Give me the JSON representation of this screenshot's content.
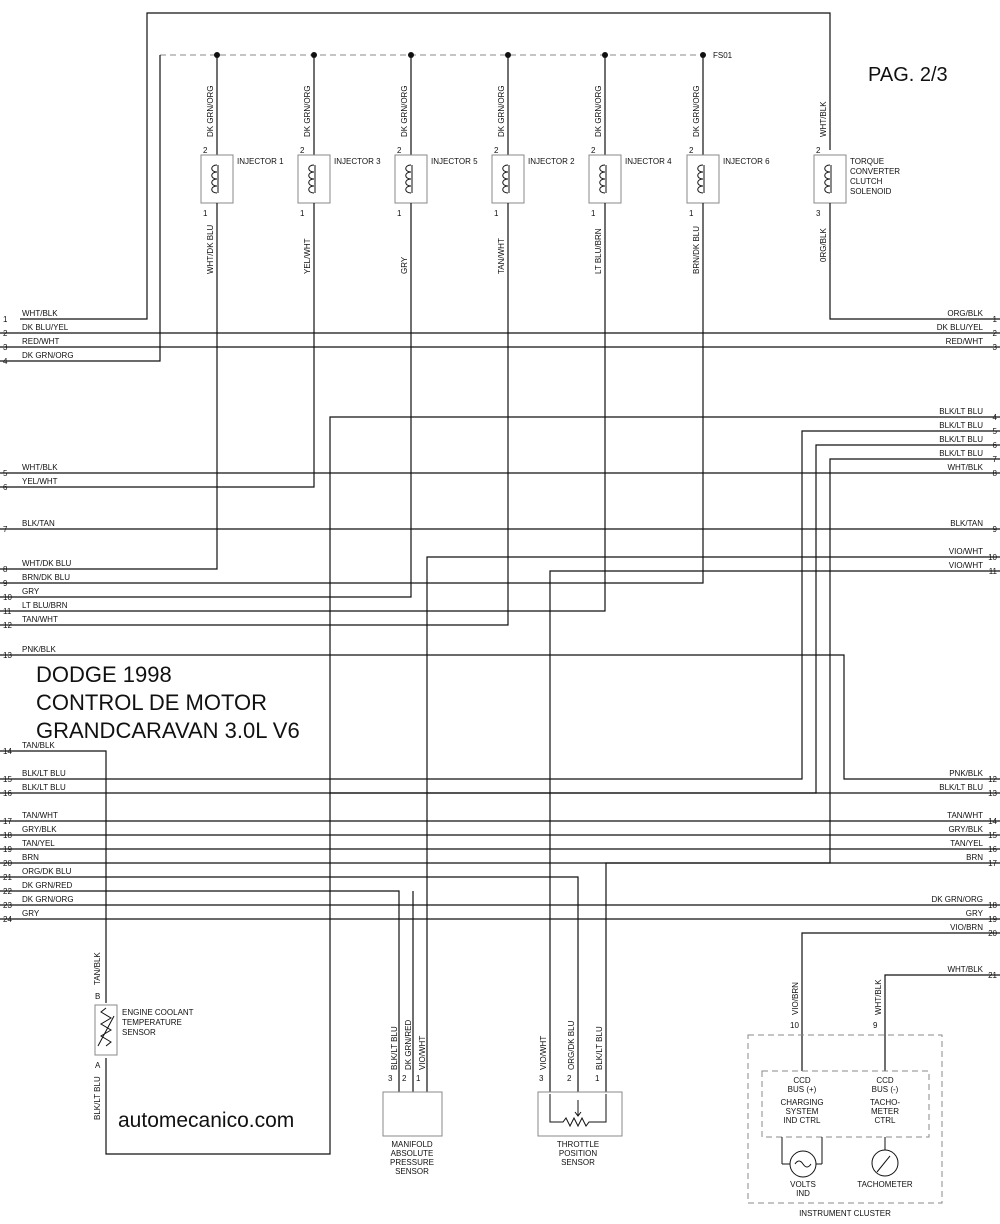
{
  "page_label": "PAG. 2/3",
  "title_lines": [
    "DODGE 1998",
    "CONTROL DE MOTOR",
    "GRANDCARAVAN 3.0L V6"
  ],
  "website": "automecanico.com",
  "splice": "FS01",
  "injectors": [
    {
      "name": "INJECTOR 1",
      "top_wire": "DK GRN/ORG",
      "bottom_wire": "WHT/DK BLU",
      "top_pin": "2",
      "bottom_pin": "1"
    },
    {
      "name": "INJECTOR 3",
      "top_wire": "DK GRN/ORG",
      "bottom_wire": "YEL/WHT",
      "top_pin": "2",
      "bottom_pin": "1"
    },
    {
      "name": "INJECTOR 5",
      "top_wire": "DK GRN/ORG",
      "bottom_wire": "GRY",
      "top_pin": "2",
      "bottom_pin": "1"
    },
    {
      "name": "INJECTOR 2",
      "top_wire": "DK GRN/ORG",
      "bottom_wire": "TAN/WHT",
      "top_pin": "2",
      "bottom_pin": "1"
    },
    {
      "name": "INJECTOR 4",
      "top_wire": "DK GRN/ORG",
      "bottom_wire": "LT BLU/BRN",
      "top_pin": "2",
      "bottom_pin": "1"
    },
    {
      "name": "INJECTOR 6",
      "top_wire": "DK GRN/ORG",
      "bottom_wire": "BRN/DK BLU",
      "top_pin": "2",
      "bottom_pin": "1"
    }
  ],
  "tcc": {
    "lines": [
      "TORQUE",
      "CONVERTER",
      "CLUTCH",
      "SOLENOID"
    ],
    "top_wire": "WHT/BLK",
    "bottom_wire": "0RG/BLK",
    "top_pin": "2",
    "bottom_pin": "3"
  },
  "left_connector": [
    {
      "pin": "1",
      "wire": "WHT/BLK"
    },
    {
      "pin": "2",
      "wire": "DK BLU/YEL"
    },
    {
      "pin": "3",
      "wire": "RED/WHT"
    },
    {
      "pin": "4",
      "wire": "DK GRN/ORG"
    },
    {
      "pin": "5",
      "wire": "WHT/BLK"
    },
    {
      "pin": "6",
      "wire": "YEL/WHT"
    },
    {
      "pin": "7",
      "wire": "BLK/TAN"
    },
    {
      "pin": "8",
      "wire": "WHT/DK BLU"
    },
    {
      "pin": "9",
      "wire": "BRN/DK BLU"
    },
    {
      "pin": "10",
      "wire": "GRY"
    },
    {
      "pin": "11",
      "wire": "LT BLU/BRN"
    },
    {
      "pin": "12",
      "wire": "TAN/WHT"
    },
    {
      "pin": "13",
      "wire": "PNK/BLK"
    },
    {
      "pin": "14",
      "wire": "TAN/BLK"
    },
    {
      "pin": "15",
      "wire": "BLK/LT BLU"
    },
    {
      "pin": "16",
      "wire": "BLK/LT BLU"
    },
    {
      "pin": "17",
      "wire": "TAN/WHT"
    },
    {
      "pin": "18",
      "wire": "GRY/BLK"
    },
    {
      "pin": "19",
      "wire": "TAN/YEL"
    },
    {
      "pin": "20",
      "wire": "BRN"
    },
    {
      "pin": "21",
      "wire": "ORG/DK BLU"
    },
    {
      "pin": "22",
      "wire": "DK GRN/RED"
    },
    {
      "pin": "23",
      "wire": "DK GRN/ORG"
    },
    {
      "pin": "24",
      "wire": "GRY"
    }
  ],
  "right_connector": [
    {
      "pin": "1",
      "wire": "ORG/BLK"
    },
    {
      "pin": "2",
      "wire": "DK BLU/YEL"
    },
    {
      "pin": "3",
      "wire": "RED/WHT"
    },
    {
      "pin": "4",
      "wire": "BLK/LT BLU"
    },
    {
      "pin": "5",
      "wire": "BLK/LT BLU"
    },
    {
      "pin": "6",
      "wire": "BLK/LT BLU"
    },
    {
      "pin": "7",
      "wire": "BLK/LT BLU"
    },
    {
      "pin": "8",
      "wire": "WHT/BLK"
    },
    {
      "pin": "9",
      "wire": "BLK/TAN"
    },
    {
      "pin": "10",
      "wire": "VIO/WHT"
    },
    {
      "pin": "11",
      "wire": "VIO/WHT"
    },
    {
      "pin": "12",
      "wire": "PNK/BLK"
    },
    {
      "pin": "13",
      "wire": "BLK/LT BLU"
    },
    {
      "pin": "14",
      "wire": "TAN/WHT"
    },
    {
      "pin": "15",
      "wire": "GRY/BLK"
    },
    {
      "pin": "16",
      "wire": "TAN/YEL"
    },
    {
      "pin": "17",
      "wire": "BRN"
    },
    {
      "pin": "18",
      "wire": "DK GRN/ORG"
    },
    {
      "pin": "19",
      "wire": "GRY"
    },
    {
      "pin": "20",
      "wire": "VIO/BRN"
    },
    {
      "pin": "21",
      "wire": "WHT/BLK"
    }
  ],
  "ect": {
    "lines": [
      "ENGINE COOLANT",
      "TEMPERATURE",
      "SENSOR"
    ],
    "top_wire": "TAN/BLK",
    "bottom_wire": "BLK/LT BLU",
    "top_pin": "B",
    "bottom_pin": "A"
  },
  "map": {
    "lines": [
      "MANIFOLD",
      "ABSOLUTE",
      "PRESSURE",
      "SENSOR"
    ],
    "wires": [
      "BLK/LT BLU",
      "DK GRN/RED",
      "VIO/WHT"
    ],
    "pins": [
      "3",
      "2",
      "1"
    ]
  },
  "tps": {
    "lines": [
      "THROTTLE",
      "POSITION",
      "SENSOR"
    ],
    "wires": [
      "VIO/WHT",
      "ORG/DK BLU",
      "BLK/LT BLU"
    ],
    "pins": [
      "3",
      "2",
      "1"
    ]
  },
  "cluster": {
    "label": "INSTRUMENT CLUSTER",
    "wires": [
      "VIO/BRN",
      "WHT/BLK"
    ],
    "pins": [
      "10",
      "9"
    ],
    "left_module": [
      "CCD",
      "BUS (+)",
      "CHARGING",
      "SYSTEM",
      "IND CTRL"
    ],
    "right_module": [
      "CCD",
      "BUS (-)",
      "TACHO-",
      "METER",
      "CTRL"
    ],
    "gauges": [
      [
        "VOLTS",
        "IND"
      ],
      [
        "TACHOMETER"
      ]
    ]
  }
}
